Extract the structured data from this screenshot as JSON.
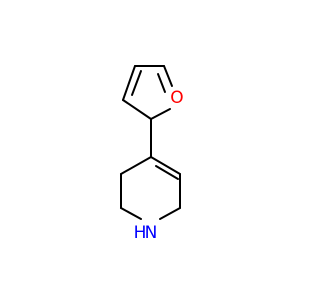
{
  "molecule": {
    "atoms": {
      "oxygen": {
        "label": "O",
        "color": "#ff0000"
      },
      "nitrogen": {
        "label": "N",
        "color": "#0000ff"
      },
      "hydrogen": {
        "label": "H",
        "color": "#0000ff"
      }
    }
  }
}
